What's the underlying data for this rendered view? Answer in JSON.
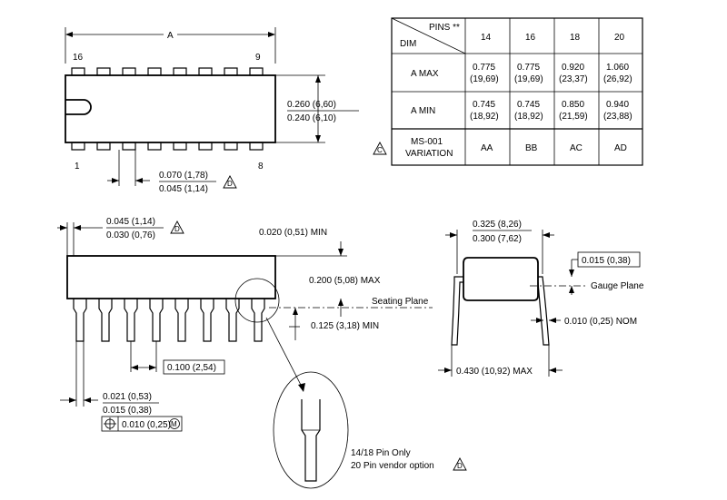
{
  "top_view": {
    "dim_a": "A",
    "pin_16": "16",
    "pin_9": "9",
    "pin_1": "1",
    "pin_8": "8",
    "width_max": "0.260 (6,60)",
    "width_min": "0.240 (6,10)",
    "shoulder_max": "0.070 (1,78)",
    "shoulder_min": "0.045 (1,14)",
    "note_c": "C",
    "note_d": "D"
  },
  "table": {
    "header_pins": "PINS **",
    "header_dim": "DIM",
    "columns": [
      "14",
      "16",
      "18",
      "20"
    ],
    "rows": [
      {
        "label": "A  MAX",
        "cells": [
          [
            "0.775",
            "(19,69)"
          ],
          [
            "0.775",
            "(19,69)"
          ],
          [
            "0.920",
            "(23,37)"
          ],
          [
            "1.060",
            "(26,92)"
          ]
        ]
      },
      {
        "label": "A  MIN",
        "cells": [
          [
            "0.745",
            "(18,92)"
          ],
          [
            "0.745",
            "(18,92)"
          ],
          [
            "0.850",
            "(21,59)"
          ],
          [
            "0.940",
            "(23,88)"
          ]
        ]
      }
    ],
    "variation_label_1": "MS-001",
    "variation_label_2": "VARIATION",
    "variation": [
      "AA",
      "BB",
      "AC",
      "AD"
    ]
  },
  "side_view": {
    "lead_tip_max": "0.045 (1,14)",
    "lead_tip_min": "0.030 (0,76)",
    "note_d": "D",
    "standoff": "0.020 (0,51) MIN",
    "height": "0.200 (5,08) MAX",
    "seating_plane": "Seating Plane",
    "lead_length": "0.125 (3,18) MIN",
    "pitch": "0.100 (2,54)",
    "lead_width_max": "0.021 (0,53)",
    "lead_width_min": "0.015 (0,38)",
    "position_tol": "0.010 (0,25)",
    "mmc": "M"
  },
  "end_view": {
    "row_max": "0.325 (8,26)",
    "row_min": "0.300 (7,62)",
    "gauge_dim": "0.015 (0,38)",
    "gauge_plane": "Gauge Plane",
    "lead_thickness": "0.010 (0,25) NOM",
    "overall_width": "0.430 (10,92) MAX"
  },
  "detail": {
    "line1": "14/18 Pin Only",
    "line2": "20 Pin vendor option",
    "note_d": "D"
  }
}
